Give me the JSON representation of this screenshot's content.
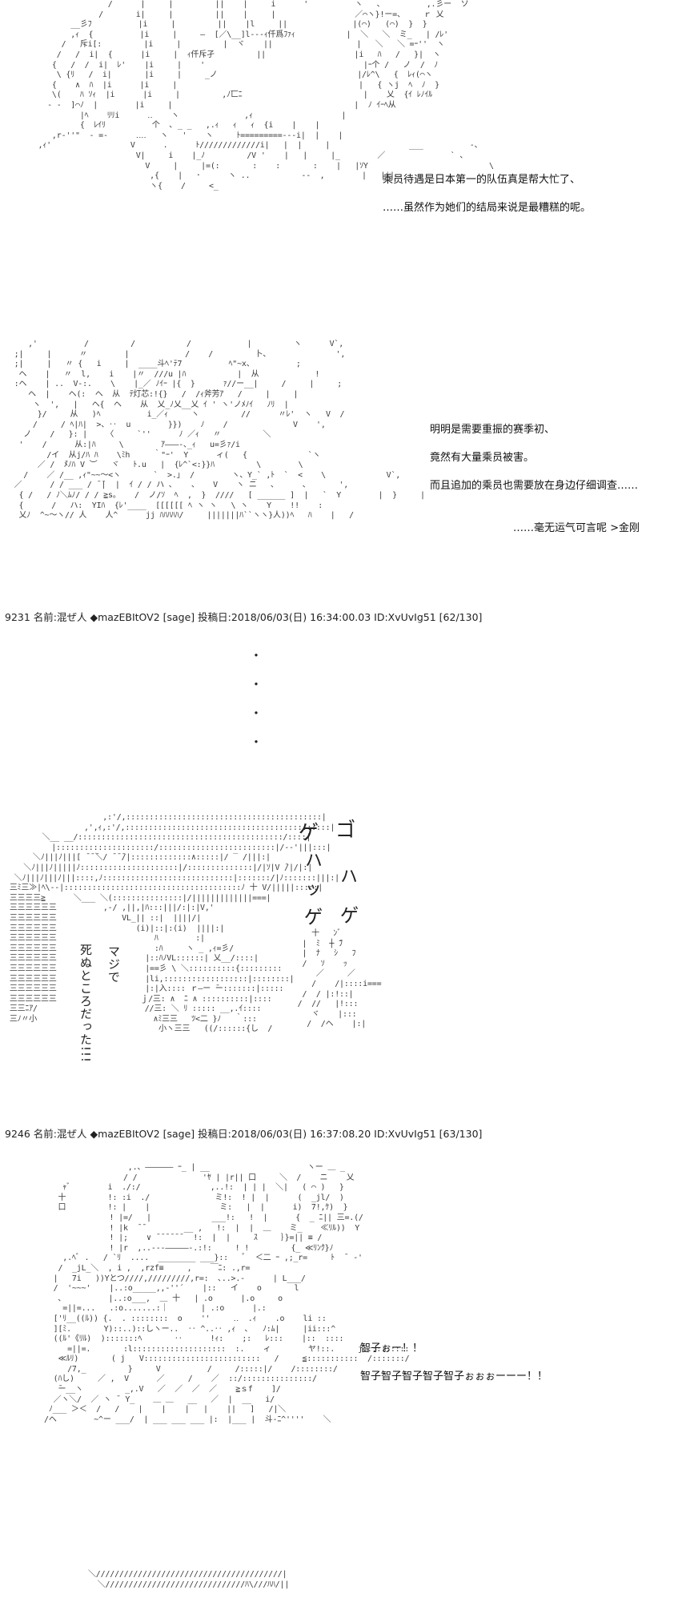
{
  "panel1": {
    "dialogue": [
      "乘员待遇是日本第一的队伍真是帮大忙了、",
      "……虽然作为她们的结局来说是最糟糕的呢。"
    ]
  },
  "panel2": {
    "dialogue": [
      "明明是需要重振的赛季初、",
      "竟然有大量乘员被害。",
      "而且追加的乘员也需要放在身边仔细调查……",
      "……毫无运气可言呢 >金刚"
    ]
  },
  "post1": {
    "header": "9231 名前:混ぜ人 ◆mazEBItOV2 [sage] 投稿日:2018/06/03(日) 16:34:00.03 ID:XvUvIg51 [62/130]"
  },
  "separator": [
    "・",
    "・",
    "・",
    "・"
  ],
  "panel3": {
    "vertical_left": "死ぬところだった!!!",
    "vertical_mid": "マジで",
    "sfx": [
      "ゲ",
      "ゴ",
      "ハ",
      "ハ",
      "ッ",
      "ゲ",
      "ゲ"
    ]
  },
  "post2": {
    "header": "9246 名前:混ぜ人 ◆mazEBItOV2 [sage] 投稿日:2018/06/03(日) 16:37:08.20 ID:XvUvIg51 [63/130]"
  },
  "panel4": {
    "dialogue": [
      "智子ぉー！！",
      "智子智子智子智子智子ぉぉぉーーー！！"
    ]
  }
}
